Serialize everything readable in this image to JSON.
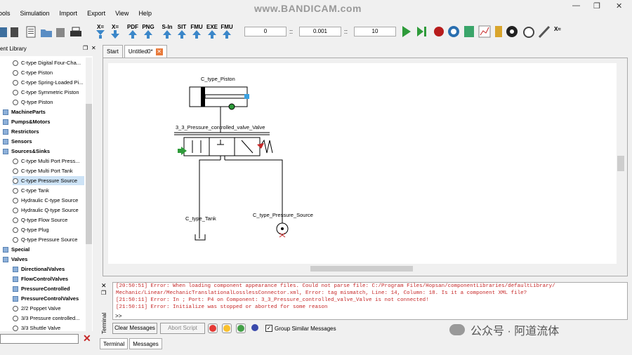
{
  "window": {
    "watermark": "www.BANDICAM.com",
    "minimize": "—",
    "maximize": "❐",
    "close": "✕"
  },
  "menu": [
    "ools",
    "Simulation",
    "Import",
    "Export",
    "View",
    "Help"
  ],
  "toolbar": {
    "export_buttons": [
      "X=",
      "X=",
      "PDF",
      "PNG",
      "S-In",
      "SIT",
      "FMU",
      "EXE",
      "FMU"
    ],
    "start_time": "0",
    "time_step": "0.001",
    "stop_time": "10",
    "separator": "::"
  },
  "library": {
    "title": "ent Library",
    "items": [
      {
        "label": "C-type Digital Four-Cha...",
        "kind": "item"
      },
      {
        "label": "C-type Piston",
        "kind": "item"
      },
      {
        "label": "C-type Spring-Loaded Pi...",
        "kind": "item"
      },
      {
        "label": "C-type Symmetric Piston",
        "kind": "item"
      },
      {
        "label": "Q-type Piston",
        "kind": "item"
      },
      {
        "label": "MachineParts",
        "kind": "folder"
      },
      {
        "label": "Pumps&Motors",
        "kind": "folder"
      },
      {
        "label": "Restrictors",
        "kind": "folder"
      },
      {
        "label": "Sensors",
        "kind": "folder"
      },
      {
        "label": "Sources&Sinks",
        "kind": "folder"
      },
      {
        "label": "C-type Multi Port Press...",
        "kind": "item"
      },
      {
        "label": "C-type Multi Port Tank",
        "kind": "item"
      },
      {
        "label": "C-type Pressure Source",
        "kind": "item"
      },
      {
        "label": "C-type Tank",
        "kind": "item"
      },
      {
        "label": "Hydraulic C-type Source",
        "kind": "item"
      },
      {
        "label": "Hydraulic Q-type Source",
        "kind": "item"
      },
      {
        "label": "Q-type Flow Source",
        "kind": "item"
      },
      {
        "label": "Q-type Plug",
        "kind": "item"
      },
      {
        "label": "Q-type Pressure Source",
        "kind": "item"
      },
      {
        "label": "Special",
        "kind": "folder"
      },
      {
        "label": "Valves",
        "kind": "folder"
      },
      {
        "label": "DirectionalValves",
        "kind": "folder"
      },
      {
        "label": "FlowControlValves",
        "kind": "folder"
      },
      {
        "label": "PressureControlled",
        "kind": "folder"
      },
      {
        "label": "PressureControlValves",
        "kind": "folder"
      },
      {
        "label": "2/2 Poppet Valve",
        "kind": "item"
      },
      {
        "label": "3/3 Pressure controlled...",
        "kind": "item"
      },
      {
        "label": "3/3 Shuttle Valve",
        "kind": "item"
      }
    ],
    "selected_index": 12
  },
  "tabs": [
    {
      "label": "Start",
      "active": false
    },
    {
      "label": "Untitled0*",
      "active": true
    }
  ],
  "canvas": {
    "components": [
      {
        "label": "C_type_Piston"
      },
      {
        "label": "3_3_Pressure_controlled_valve_Valve"
      },
      {
        "label": "C_type_Tank"
      },
      {
        "label": "C_type_Pressure_Source"
      }
    ]
  },
  "terminal": {
    "side_label": "Terminal",
    "lines": [
      "[20:50:51] Error: When loading component appearance files. Could not parse file: C:/Program Files/Hopsan/componentLibraries/defaultLibrary/",
      "Mechanic/Linear/MechanicTranslationalLosslessConnector.xml, Error: tag mismatch, Line: 14, Column: 18. Is it a component XML file?",
      "[21:50:11] Error: In ;  Port:  P4  on Component:  3_3_Pressure_controlled_valve_Valve  is not connected!",
      "[21:50:11] Error: Initialize was stopped or aborted for some reason"
    ],
    "prompt": ">>",
    "clear_label": "Clear Messages",
    "abort_label": "Abort Script",
    "group_label": "Group Similar Messages",
    "group_checked": true,
    "filter_colors": [
      "#e53935",
      "#f9c02b",
      "#43a047",
      "#3949ab"
    ]
  },
  "bottom_tabs": [
    "Terminal",
    "Messages"
  ],
  "overlay": {
    "wechat_text": "公众号 · 阿道流体"
  }
}
